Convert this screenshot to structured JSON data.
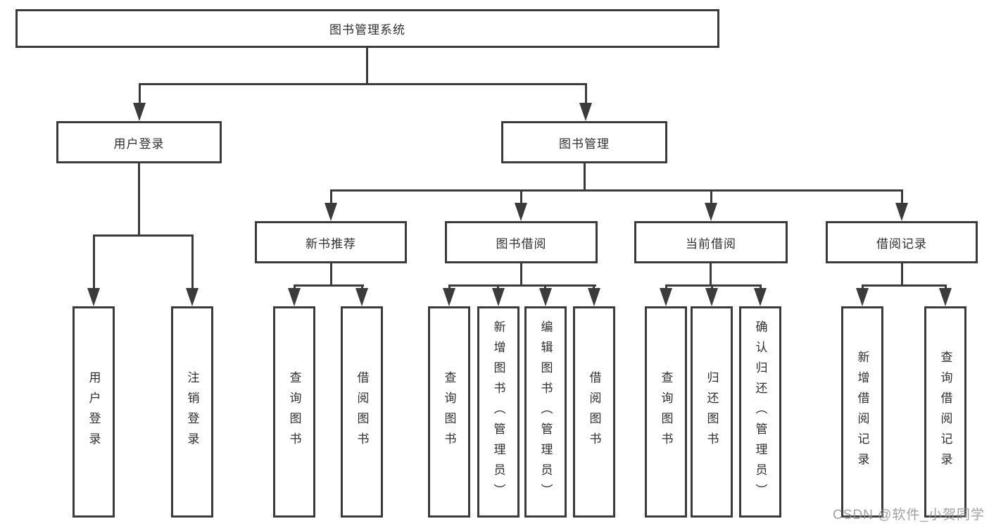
{
  "tree": {
    "root": {
      "label": "图书管理系统",
      "children": [
        {
          "label": "用户登录",
          "children": [
            {
              "label": "用户登录"
            },
            {
              "label": "注销登录"
            }
          ]
        },
        {
          "label": "图书管理",
          "children": [
            {
              "label": "新书推荐",
              "children": [
                {
                  "label": "查询图书"
                },
                {
                  "label": "借阅图书"
                }
              ]
            },
            {
              "label": "图书借阅",
              "children": [
                {
                  "label": "查询图书"
                },
                {
                  "label": "新增图书（管理员）"
                },
                {
                  "label": "编辑图书（管理员）"
                },
                {
                  "label": "借阅图书"
                }
              ]
            },
            {
              "label": "当前借阅",
              "children": [
                {
                  "label": "查询图书"
                },
                {
                  "label": "归还图书"
                },
                {
                  "label": "确认归还（管理员）"
                }
              ]
            },
            {
              "label": "借阅记录",
              "children": [
                {
                  "label": "新增借阅记录"
                },
                {
                  "label": "查询借阅记录"
                }
              ]
            }
          ]
        }
      ]
    }
  },
  "watermark": "CSDN @软件_小贺同学",
  "colors": {
    "line": "#3b3b3b",
    "text": "#2f2f2f",
    "background": "#ffffff",
    "watermark": "#969696"
  }
}
